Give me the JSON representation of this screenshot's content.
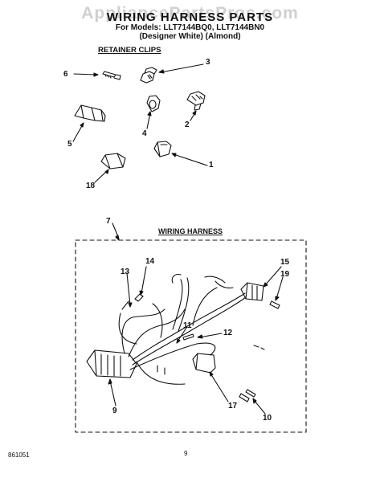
{
  "watermark": "AppliancePartsPros.com",
  "title": "WIRING HARNESS PARTS",
  "models_line": "For Models: LLT7144BQ0, LLT7144BN0",
  "finish_line": "(Designer White)   (Almond)",
  "sections": {
    "retainer_clips": "RETAINER CLIPS",
    "wiring_harness": "WIRING HARNESS"
  },
  "callouts": {
    "c1": "1",
    "c2": "2",
    "c3": "3",
    "c4": "4",
    "c5": "5",
    "c6": "6",
    "c7": "7",
    "c9": "9",
    "c10": "10",
    "c11": "11",
    "c12": "12",
    "c13": "13",
    "c14": "14",
    "c15": "15",
    "c17": "17",
    "c18": "18",
    "c19": "19"
  },
  "footer": {
    "doc_number": "861051",
    "page_number": "9"
  }
}
